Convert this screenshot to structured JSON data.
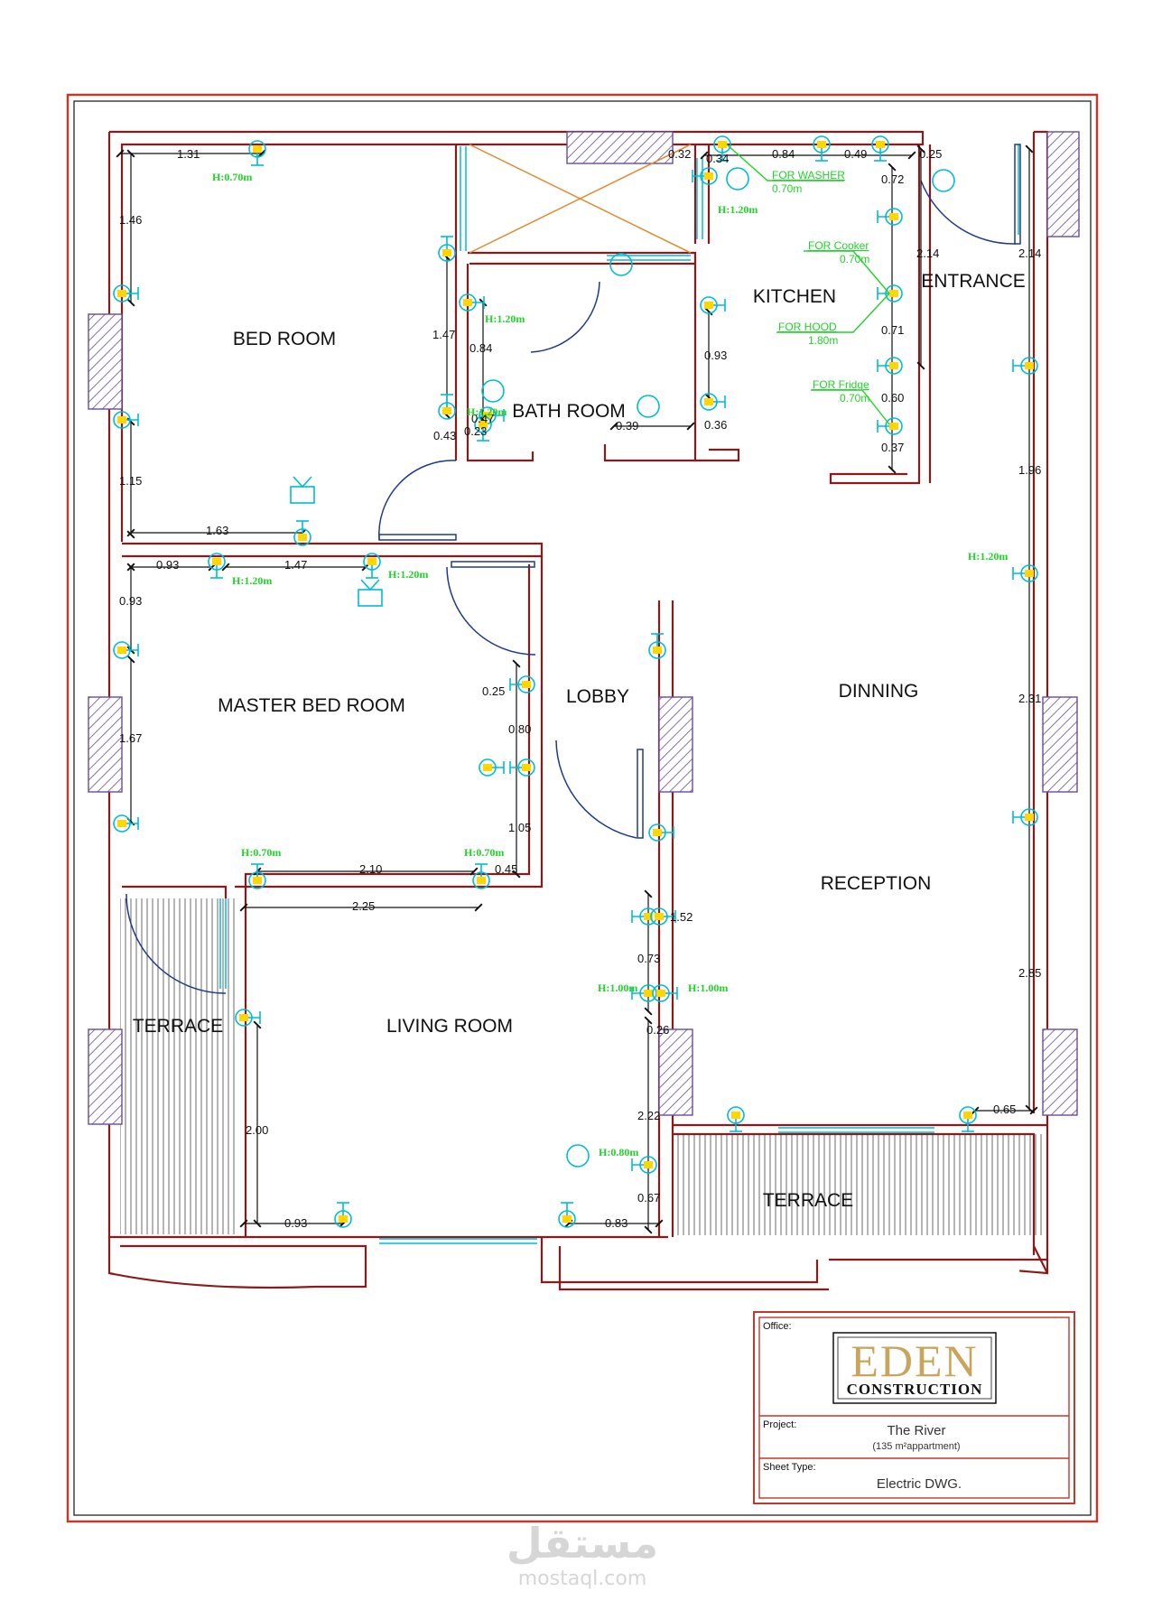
{
  "rooms": {
    "bed_room": "BED ROOM",
    "bath_room": "BATH ROOM",
    "kitchen": "KITCHEN",
    "entrance": "ENTRANCE",
    "master_bed_room": "MASTER BED ROOM",
    "lobby": "LOBBY",
    "dinning": "DINNING",
    "reception": "RECEPTION",
    "terrace_left": "TERRACE",
    "living_room": "LIVING ROOM",
    "terrace_right": "TERRACE"
  },
  "dimensions": {
    "d_1_31": "1.31",
    "d_1_46": "1.46",
    "d_1_15": "1.15",
    "d_1_63": "1.63",
    "d_0_93_a": "0.93",
    "d_1_47_a": "1.47",
    "d_0_93_b": "0.93",
    "d_1_67": "1.67",
    "d_2_10": "2.10",
    "d_0_45": "0.45",
    "d_2_25": "2.25",
    "d_0_25_a": "0.25",
    "d_0_80": "0.80",
    "d_1_05": "1.05",
    "d_1_47_b": "1.47",
    "d_0_84_a": "0.84",
    "d_0_47": "0.47",
    "d_0_43": "0.43",
    "d_0_23": "0.23",
    "d_0_39": "0.39",
    "d_0_93_c": "0.93",
    "d_0_36": "0.36",
    "d_0_32": "0.32",
    "d_0_34": "0.34",
    "d_0_84_b": "0.84",
    "d_0_49": "0.49",
    "d_0_25_b": "0.25",
    "d_0_72": "0.72",
    "d_0_71": "0.71",
    "d_0_60": "0.60",
    "d_0_37": "0.37",
    "d_2_14_a": "2.14",
    "d_2_14_b": "2.14",
    "d_1_96": "1.96",
    "d_2_31": "2.31",
    "d_2_85": "2.85",
    "d_0_65": "0.65",
    "d_1_52": "1.52",
    "d_0_73": "0.73",
    "d_0_26": "0.26",
    "d_2_22": "2.22",
    "d_0_67": "0.67",
    "d_0_83": "0.83",
    "d_0_93_d": "0.93",
    "d_2_00": "2.00"
  },
  "heights": {
    "h_bed": "H:0.70m",
    "h_bath_1": "H:1.20m",
    "h_bath_2": "H:1.20m",
    "h_kitchen": "H:1.20m",
    "h_master_1": "H:1.20m",
    "h_master_2": "H:1.20m",
    "h_master_3": "H:0.70m",
    "h_master_4": "H:0.70m",
    "h_dinning": "H:1.20m",
    "h_recep_1": "H:1.00m",
    "h_recep_2": "H:1.00m",
    "h_living": "H:0.80m"
  },
  "appliances": {
    "washer": "FOR WASHER",
    "washer_h": "0.70m",
    "cooker": "FOR Cooker",
    "cooker_h": "0.70m",
    "hood": "FOR HOOD",
    "hood_h": "1.80m",
    "fridge": "FOR Fridge",
    "fridge_h": "0.70m"
  },
  "title_block": {
    "office_label": "Office:",
    "logo_main": "EDEN",
    "logo_sub": "CONSTRUCTION",
    "project_label": "Project:",
    "project_name": "The River",
    "project_area": "(135 m²appartment)",
    "sheet_label": "Sheet Type:",
    "sheet_value": "Electric DWG."
  },
  "watermark": {
    "arabic": "مستقل",
    "latin": "mostaql.com"
  },
  "colors": {
    "wall": "#8b1a1a",
    "border": "#c0392b",
    "fixture": "#00bcd4",
    "fixture_fill": "#ffd600",
    "label_green": "#22d32a",
    "hatch": "#6a4c93",
    "window": "#00bcd4",
    "logo_gold": "#c9a45c"
  },
  "icons": [
    "socket-icon",
    "switch-icon",
    "light-icon",
    "tv-outlet-icon",
    "washer-outlet-icon"
  ]
}
